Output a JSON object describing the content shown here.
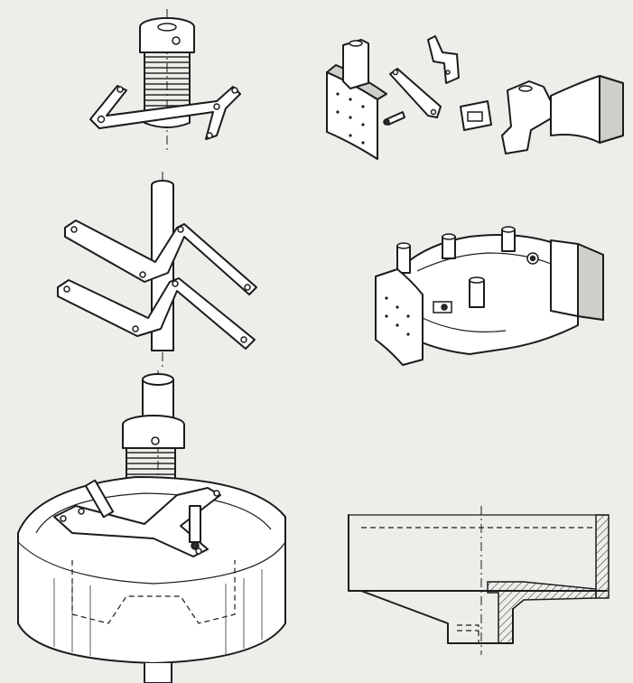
{
  "drawing": {
    "style": "technical exploded-view line drawing",
    "ink_color": "#1c1c1c",
    "paper_color": "#ededea",
    "figures": [
      {
        "id": "spring-nut-with-links",
        "icon": "threaded-spring-hub-icon"
      },
      {
        "id": "brake-shoe-parts-exploded",
        "icon": "brake-shoe-icon"
      },
      {
        "id": "shaft-with-spider-plates",
        "icon": "shaft-spider-icon"
      },
      {
        "id": "shoe-assembly",
        "icon": "shoe-assembly-icon"
      },
      {
        "id": "clutch-in-drum-assembly",
        "icon": "clutch-drum-icon"
      },
      {
        "id": "drum-section",
        "icon": "drum-section-icon"
      }
    ]
  }
}
